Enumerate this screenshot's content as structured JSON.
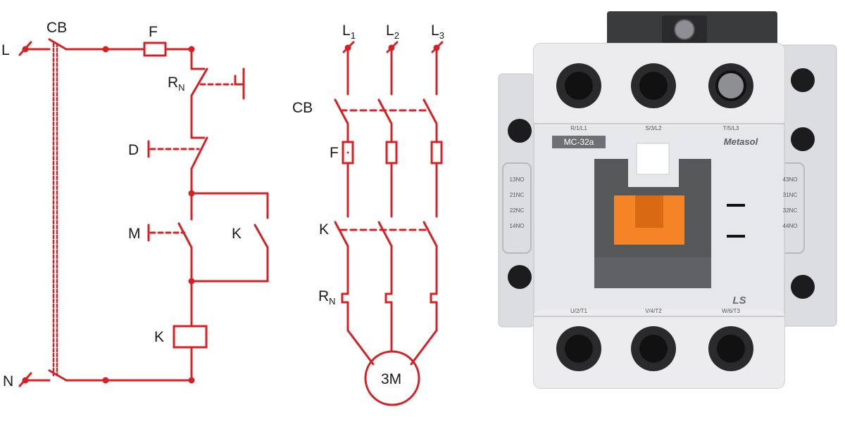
{
  "colors": {
    "wire": "#d62024",
    "housing": "#e6e7ea",
    "housing_shadow": "#cfd1d5",
    "housing_dark": "#3a3b3d",
    "terminal": "#1c1c1e",
    "actuator": "#f58426",
    "actuator_frame": "#555759",
    "side_block": "#dcdde0"
  },
  "control_circuit": {
    "line_label": "L",
    "neutral_label": "N",
    "breaker_label": "CB",
    "fuse_label": "F",
    "relay_label": "R",
    "relay_sub": "N",
    "stop_label": "D",
    "start_label": "M",
    "hold_contact_label": "K",
    "coil_label": "K"
  },
  "power_circuit": {
    "phases": [
      {
        "label": "L",
        "sub": "1"
      },
      {
        "label": "L",
        "sub": "2"
      },
      {
        "label": "L",
        "sub": "3"
      }
    ],
    "breaker_label": "CB",
    "fuse_label": "F",
    "contactor_label": "K",
    "relay_label": "R",
    "relay_sub": "N",
    "motor_label": "3M"
  },
  "contactor_photo": {
    "top_terminals": [
      "R/1/L1",
      "S/3/L2",
      "T/5/L3"
    ],
    "bottom_terminals": [
      "U/2/T1",
      "V/4/T2",
      "W/6/T3"
    ],
    "model": "MC-32a",
    "brand": "Metasol",
    "maker": "LS",
    "left_aux": [
      "13NO",
      "21NC",
      "22NC",
      "14NO"
    ],
    "right_aux": [
      "43NO",
      "31NC",
      "32NC",
      "44NO"
    ]
  }
}
